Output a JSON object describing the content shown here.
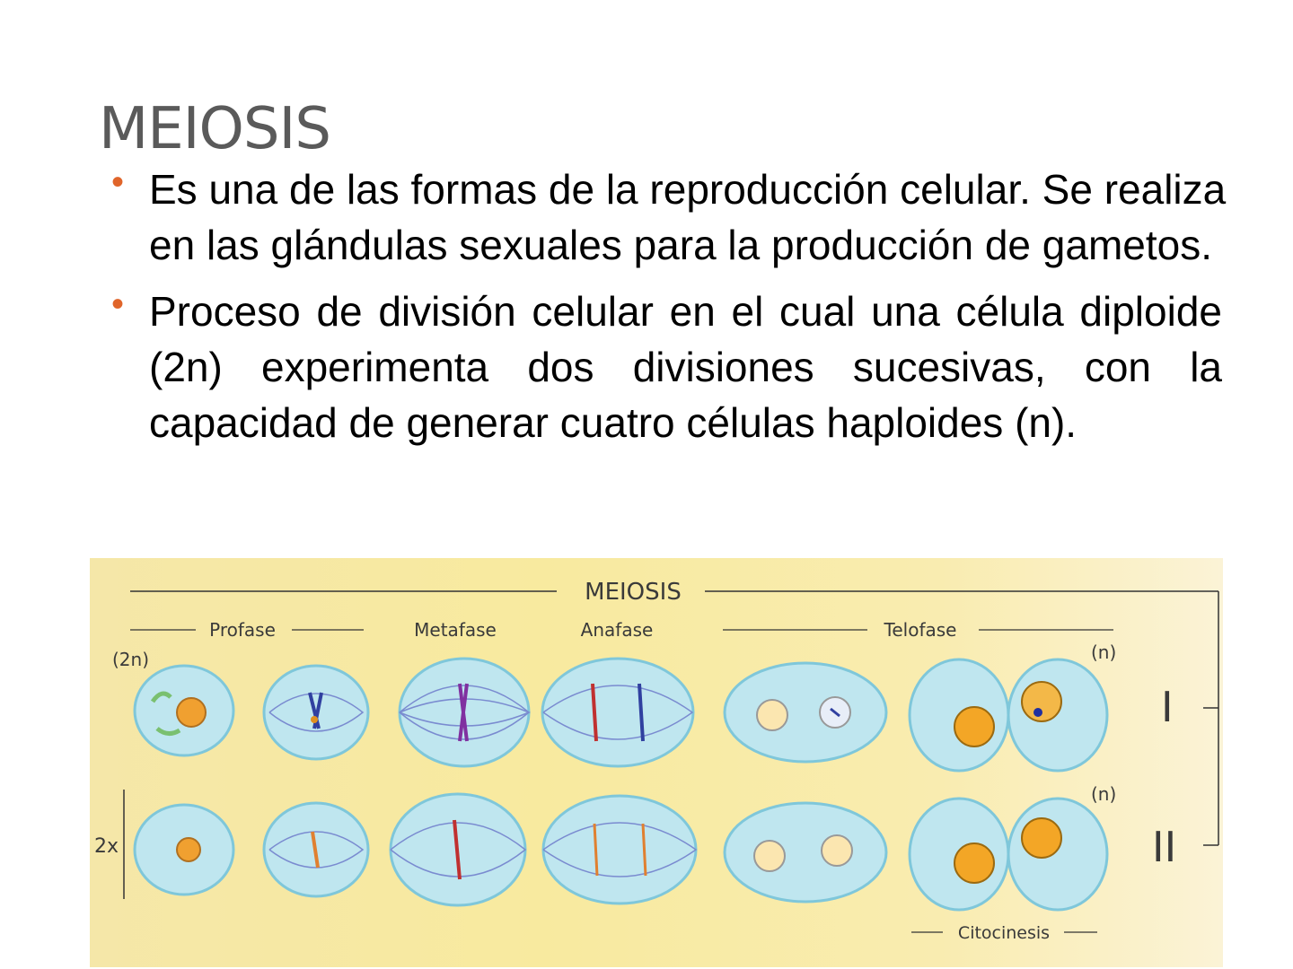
{
  "slide": {
    "title": "MEIOSIS",
    "bullets": [
      "Es una de las formas de la reproducción celular. Se realiza en las glándulas sexuales para la producción  de gametos.",
      "Proceso de división celular en el cual una célula diploide (2n) experimenta dos divisiones sucesivas, con la capacidad de generar cuatro células  haploides (n)."
    ],
    "bullet_color": "#e0652a"
  },
  "diagram": {
    "title": "MEIOSIS",
    "phases": [
      "Profase",
      "Metafase",
      "Anafase",
      "Telofase"
    ],
    "label_2n": "(2n)",
    "label_n_top": "(n)",
    "label_n_bottom": "(n)",
    "label_2x": "2x",
    "roman_1": "I",
    "roman_2": "II",
    "citocinesis": "Citocinesis"
  }
}
